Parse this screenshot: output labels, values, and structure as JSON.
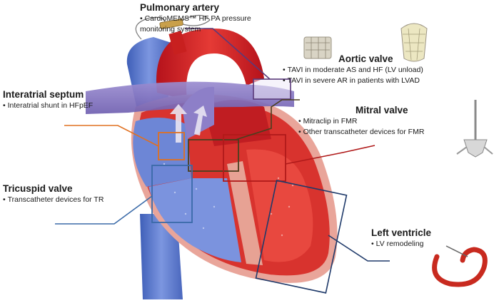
{
  "pulmonary": {
    "title": "Pulmonary artery",
    "line1": "CardioMEMS™ HF PA pressure",
    "line2": "monitoring system"
  },
  "aortic": {
    "title": "Aortic valve",
    "item1": "TAVI in moderate AS and HF (LV unload)",
    "item2": "TAVI in severe AR in patients with LVAD"
  },
  "septum": {
    "title": "Interatrial septum",
    "item1": "Interatrial shunt in HFpEF"
  },
  "mitral": {
    "title": "Mitral valve",
    "item1": "Mitraclip in FMR",
    "item2": "Other transcatheter devices for FMR"
  },
  "tricuspid": {
    "title": "Tricuspid valve",
    "item1": "Transcatheter devices for TR"
  },
  "ventricle": {
    "title": "Left ventricle",
    "item1": "LV remodeling"
  },
  "colors": {
    "pulmonary": "#5a3a7a",
    "aortic": "#2b2b2b",
    "septum": "#e07020",
    "mitral": "#b01a1a",
    "tricuspid": "#3a6aa8",
    "ventricle": "#1f3a6a"
  }
}
